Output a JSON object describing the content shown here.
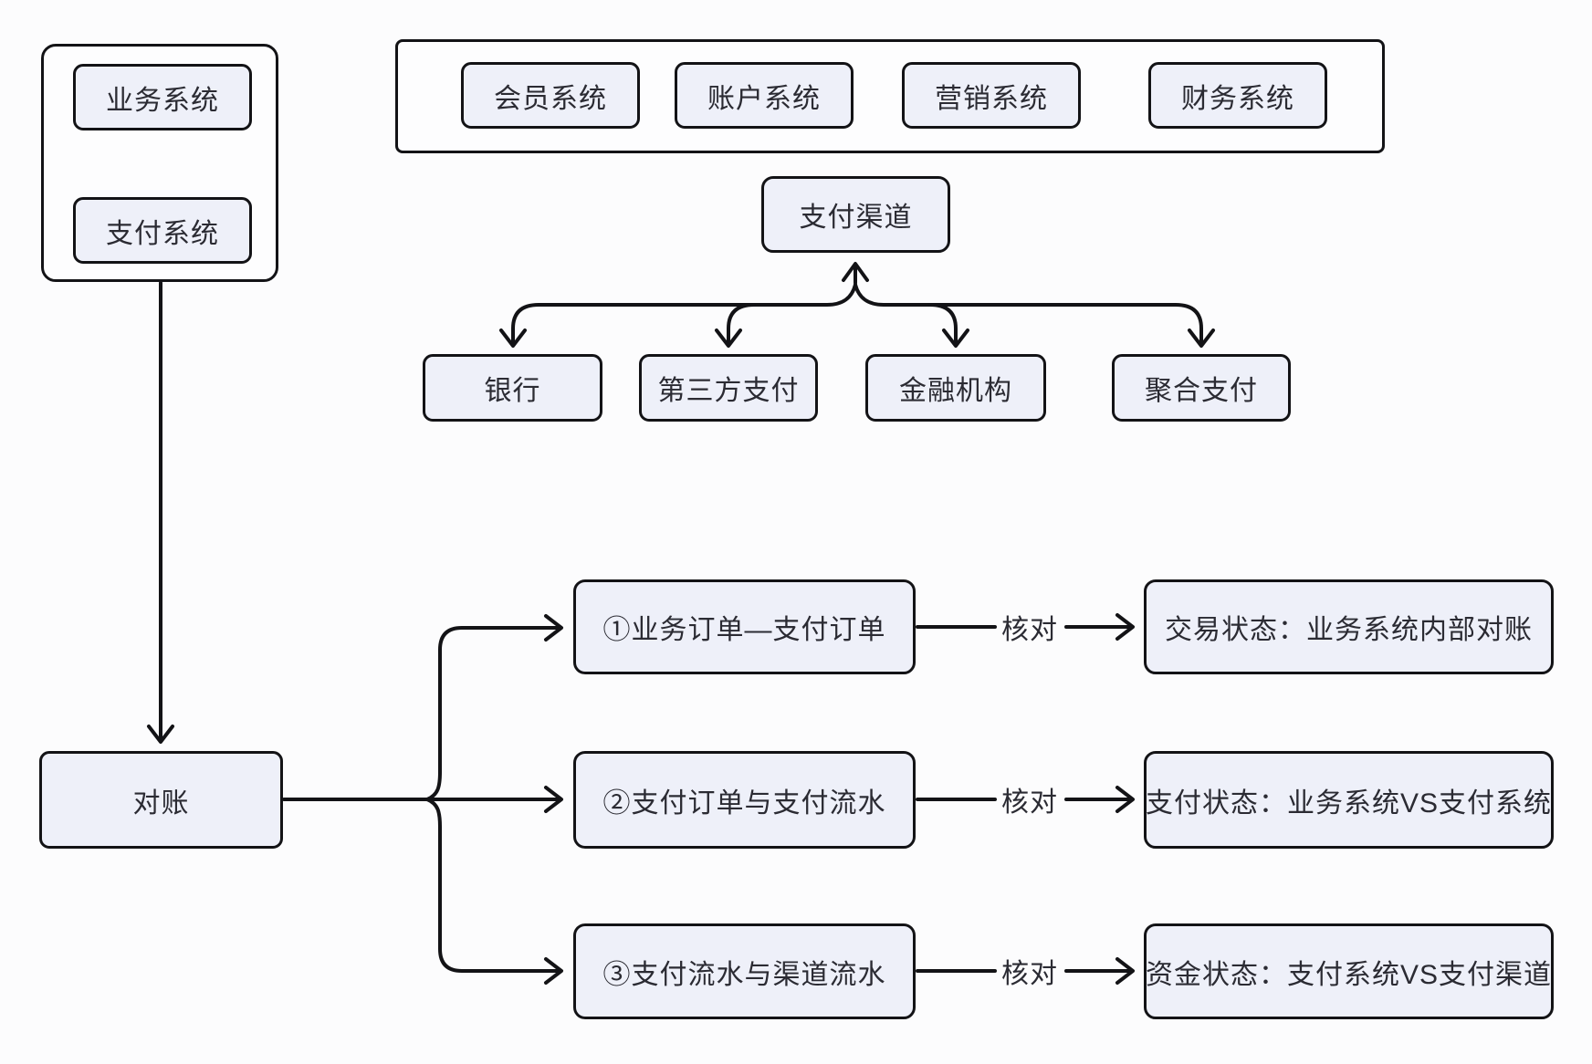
{
  "colors": {
    "background": "#fcfcfd",
    "node_fill": "#eef0f9",
    "node_border": "#131316",
    "container_fill": "#fdfdfe",
    "line": "#131316",
    "text": "#2b2b33"
  },
  "left_group": {
    "items": [
      {
        "label": "业务系统"
      },
      {
        "label": "支付系统"
      }
    ]
  },
  "top_group": {
    "items": [
      {
        "label": "会员系统"
      },
      {
        "label": "账户系统"
      },
      {
        "label": "营销系统"
      },
      {
        "label": "财务系统"
      }
    ]
  },
  "channel": {
    "hub_label": "支付渠道",
    "children": [
      {
        "label": "银行"
      },
      {
        "label": "第三方支付"
      },
      {
        "label": "金融机构"
      },
      {
        "label": "聚合支付"
      }
    ]
  },
  "reconciliation": {
    "root_label": "对账",
    "rows": [
      {
        "step": "①业务订单—支付订单",
        "link": "核对",
        "result": "交易状态：业务系统内部对账"
      },
      {
        "step": "②支付订单与支付流水",
        "link": "核对",
        "result": "支付状态：业务系统VS支付系统"
      },
      {
        "step": "③支付流水与渠道流水",
        "link": "核对",
        "result": "资金状态：支付系统VS支付渠道"
      }
    ]
  }
}
